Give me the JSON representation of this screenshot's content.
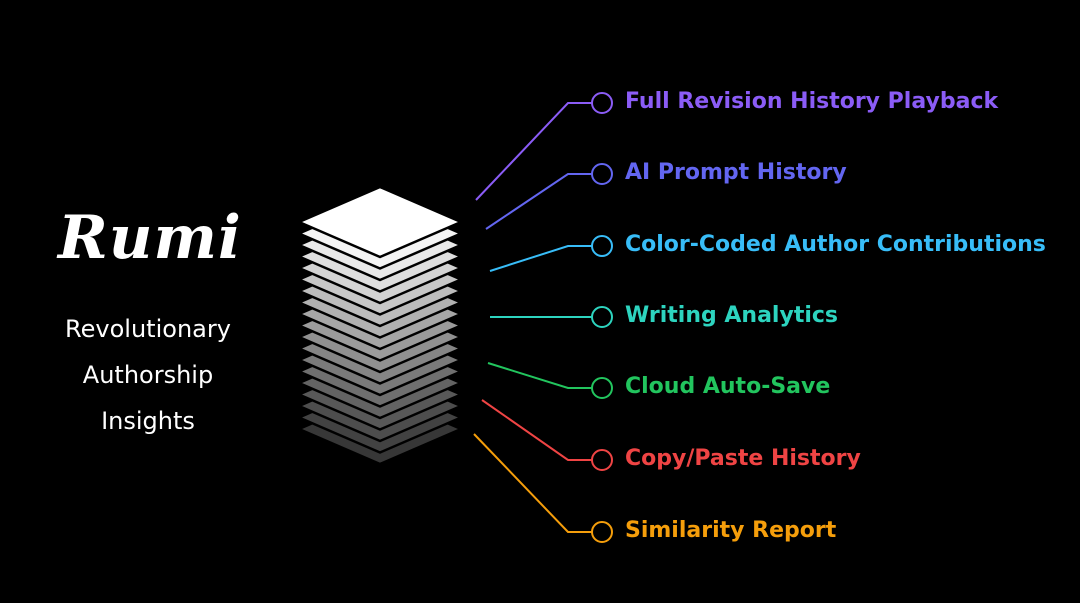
{
  "brand": {
    "logo_text": "Rumi",
    "tagline": [
      "Revolutionary",
      "Authorship",
      "Insights"
    ]
  },
  "features": [
    {
      "label": "Full Revision History Playback",
      "color": "#8b5cf6"
    },
    {
      "label": "AI Prompt History",
      "color": "#6366f1"
    },
    {
      "label": "Color-Coded Author Contributions",
      "color": "#38bdf8"
    },
    {
      "label": "Writing Analytics",
      "color": "#2dd4bf"
    },
    {
      "label": "Cloud Auto-Save",
      "color": "#22c55e"
    },
    {
      "label": "Copy/Paste History",
      "color": "#ef4444"
    },
    {
      "label": "Similarity Report",
      "color": "#f59e0b"
    }
  ],
  "graphic": {
    "icon": "document-stack-icon"
  }
}
